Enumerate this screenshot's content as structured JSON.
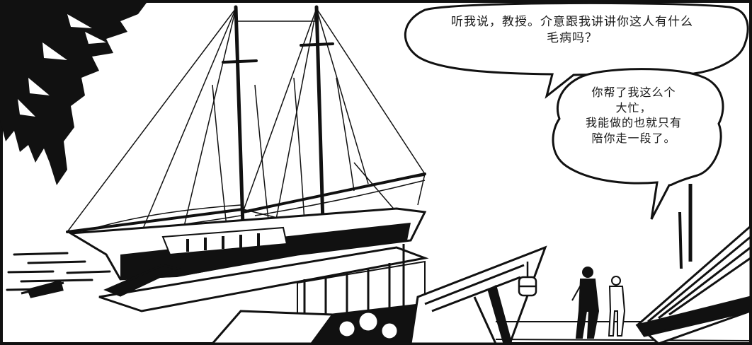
{
  "speech_bubbles": [
    {
      "lines": [
        "听我说，教授。介意跟我讲讲你这人有什么",
        "毛病吗？"
      ]
    },
    {
      "lines": [
        "你帮了我这么个",
        "大忙，",
        "我能做的也就只有",
        "陪你走一段了。"
      ]
    }
  ]
}
